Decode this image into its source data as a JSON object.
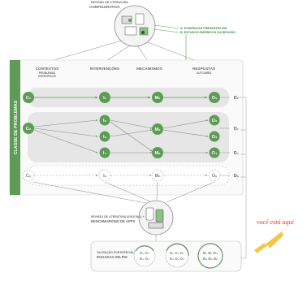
{
  "top": {
    "title_line1": "REVISÃO DE LITERATURA",
    "title_line2": "CONFIGURATIVA",
    "note_a": "A. EVIDÊNCIAS PRESENTES EM",
    "note_b": "B. ESTUDOS EMPÍRICOS DA REVISÃO"
  },
  "sidebar_label": "CLASSE DE PROBLEMAS",
  "columns": {
    "contexts": "CONTEXTOS",
    "contexts_sub1": "PROBLEMAS",
    "contexts_sub2": "ESPECÍFICOS",
    "interventions": "INTERVENÇÕES",
    "mechanisms": "MECANISMOS",
    "responses": "RESPOSTAS",
    "responses_sub": "OUTCOMES"
  },
  "nodes": {
    "c1": "C₁",
    "c2": "C₂",
    "cn": "Cₙ",
    "i1": "I₁",
    "i2": "I₂",
    "i3": "I₃",
    "i4": "I₄",
    "in": "Iₙ",
    "m1": "M₁",
    "m2": "M₂",
    "m3": "M₃",
    "mn": "Mₙ",
    "o1": "O₁",
    "o2": "O₂",
    "o3": "O₃",
    "o4": "O₄",
    "on": "Oₙ",
    "d1": "D₁",
    "d2": "D₂",
    "d3": "D₃",
    "dn": "Dₙ"
  },
  "bottom": {
    "mid_line1": "REVISÃO DE LITERATURA ADICIONAL +",
    "mid_line2": "BENCHMARKING DE APPS",
    "eval_line1": "VALIDAÇÃO POR ESPECIALISTAS",
    "eval_line2": "RODADAS DELPHI",
    "c1a": "D₁ D₂",
    "c1b": "D₃ D₄",
    "c2a": "D₁ D₂ D₃",
    "c2b": "D₄ D₅ D₆",
    "c3a": "D₁ D₂ D₃",
    "c3b": "D₄ D₅ D₆"
  },
  "annotation": "você está aqui",
  "colors": {
    "green": "#5d9b56",
    "green_dark": "#3f8a45",
    "gray_band": "#e6e6e6",
    "gray_text": "#6b6b6b",
    "arrow_yellow": "#f4c842",
    "annotation_red": "#e23a2a"
  }
}
